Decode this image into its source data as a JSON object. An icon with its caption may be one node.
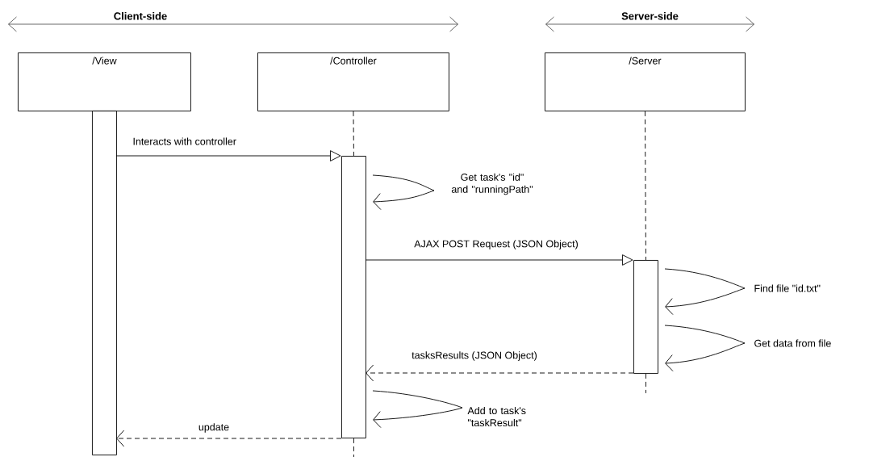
{
  "diagram": {
    "nodes": [
      {
        "text": [
          "/View"
        ]
      },
      {
        "text": [
          "/Controller"
        ]
      },
      {
        "text": [
          "/Server"
        ]
      },
      {
        "text": [],
        "shape": "bar"
      },
      {
        "text": [],
        "shape": "bar"
      },
      {
        "text": [],
        "shape": "bar"
      }
    ],
    "edges": [
      {
        "from": 3,
        "to": 4,
        "arrow": "to",
        "label": "Interacts with controller"
      },
      {
        "from": 1,
        "to": 4,
        "arrow": "none",
        "style": "dashed"
      },
      {
        "from": 4,
        "to": 4,
        "arrow": "to",
        "label": "Get task's \"id\" and \"runningPath\""
      },
      {
        "from": 4,
        "to": 5,
        "arrow": "to",
        "label": "AJAX POST Request (JSON Object)"
      },
      {
        "from": 2,
        "to": 5,
        "arrow": "none",
        "style": "dashed"
      },
      {
        "from": 5,
        "to": 5,
        "arrow": "to",
        "label": "Find file \"id.txt\""
      },
      {
        "from": 5,
        "to": 5,
        "arrow": "to",
        "label": "Get data from file"
      },
      {
        "from": 5,
        "to": 4,
        "arrow": "to",
        "style": "dashed",
        "label": "tasksResults (JSON Object)"
      },
      {
        "from": 5,
        "to": null,
        "arrow": "none",
        "style": "dashed"
      },
      {
        "from": 4,
        "to": 4,
        "arrow": "to",
        "label": "Add to task's \"taskResult\""
      },
      {
        "from": 4,
        "to": 3,
        "arrow": "to",
        "style": "dashed",
        "label": "update"
      },
      {
        "from": 4,
        "to": null,
        "arrow": "none",
        "style": "dashed"
      }
    ],
    "labels": [
      "Client-side",
      "Server-side"
    ]
  }
}
